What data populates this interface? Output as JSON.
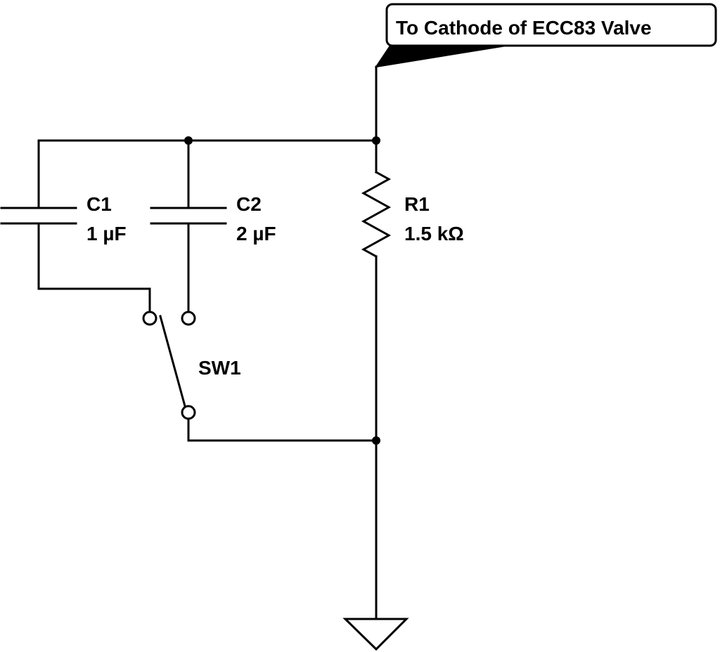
{
  "callout": {
    "text": "To Cathode of ECC83 Valve"
  },
  "components": {
    "c1": {
      "ref": "C1",
      "value": "1 µF"
    },
    "c2": {
      "ref": "C2",
      "value": "2 µF"
    },
    "r1": {
      "ref": "R1",
      "value": "1.5 kΩ"
    },
    "sw1": {
      "ref": "SW1"
    }
  }
}
